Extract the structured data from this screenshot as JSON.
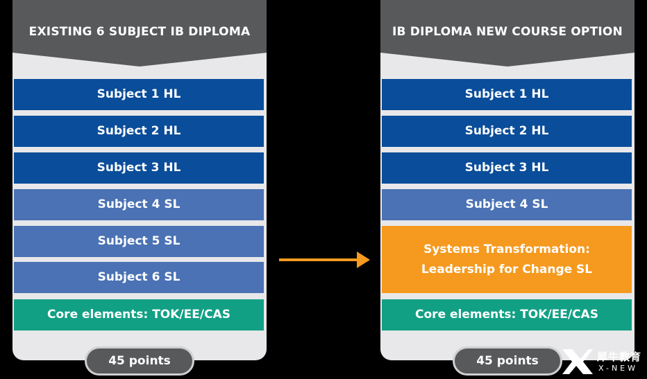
{
  "left_panel": {
    "title": "EXISTING 6 SUBJECT IB DIPLOMA",
    "subjects": [
      "Subject 1 HL",
      "Subject 2 HL",
      "Subject 3 HL",
      "Subject 4 SL",
      "Subject 5 SL",
      "Subject 6 SL"
    ],
    "core": "Core elements: TOK/EE/CAS",
    "points": "45 points"
  },
  "right_panel": {
    "title": "IB DIPLOMA NEW COURSE OPTION",
    "subjects": [
      "Subject 1 HL",
      "Subject 2 HL",
      "Subject 3 HL",
      "Subject 4 SL"
    ],
    "new_course_line1": "Systems Transformation:",
    "new_course_line2": "Leadership for Change SL",
    "core": "Core elements: TOK/EE/CAS",
    "points": "45 points"
  },
  "colors": {
    "header": "#58595b",
    "hl": "#0a4d9a",
    "sl": "#4a72b4",
    "core": "#12a085",
    "new_course": "#f59a1f",
    "arrow": "#f59a1f"
  },
  "icons": {
    "arrow": "right-arrow-icon",
    "logo": "x-new-logo"
  },
  "watermark": {
    "chinese": "犀牛教育",
    "english": "X-NEW"
  }
}
